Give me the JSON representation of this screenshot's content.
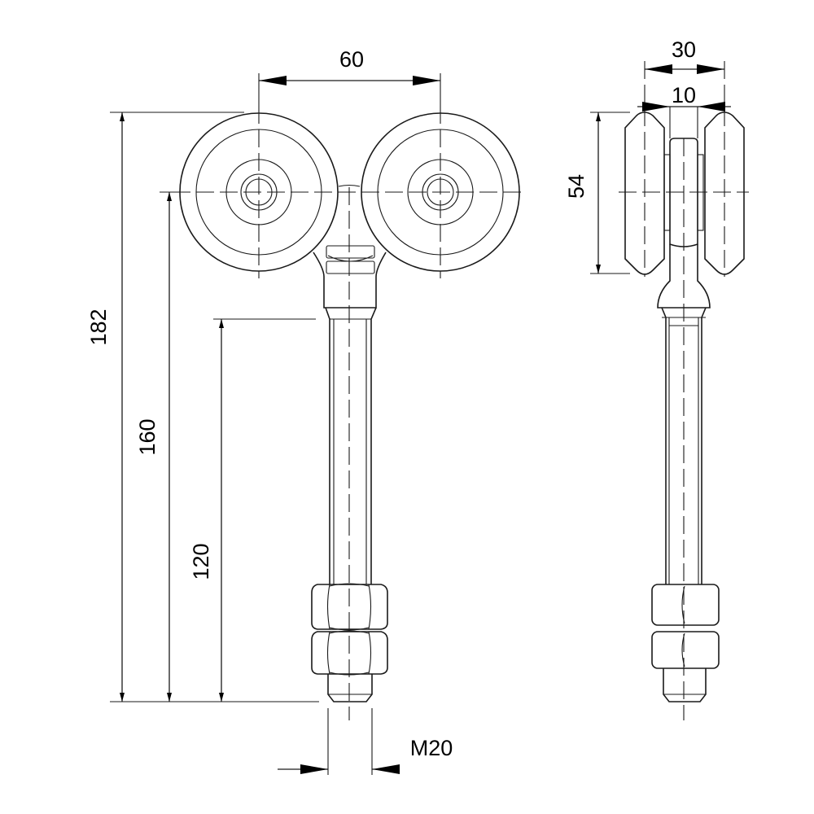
{
  "dimensions": {
    "wheel_spacing": "60",
    "overall_height": "182",
    "axle_to_end": "160",
    "thread_length": "120",
    "thread_size": "M20",
    "overall_width": "30",
    "body_width": "10",
    "wheel_diameter": "54"
  }
}
